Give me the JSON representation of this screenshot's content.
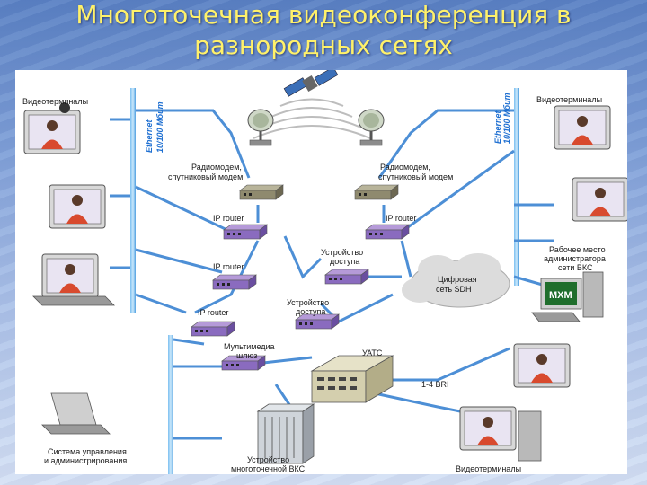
{
  "title": {
    "line1": "Многоточечная видеоконференция в",
    "line2": "разнородных сетях"
  },
  "labels": {
    "videoterminals_top_left": "Видеотерминалы",
    "videoterminals_top_right": "Видеотерминалы",
    "videoterminals_bottom": "Видеотерминалы",
    "ethernet_left_1": "Ethernet",
    "ethernet_left_2": "10/100 Mбит",
    "ethernet_right_1": "Ethernet",
    "ethernet_right_2": "10/100 Mбит",
    "radiomodem_left_1": "Радиомодем,",
    "radiomodem_left_2": "спутниковый модем",
    "radiomodem_right_1": "Радиомодем,",
    "radiomodem_right_2": "спутниковый модем",
    "ip_router_1": "IP router",
    "ip_router_2": "IP router",
    "ip_router_3": "IP router",
    "ip_router_4": "IP router",
    "access_device_1_a": "Устройство",
    "access_device_1_b": "доступа",
    "access_device_2_a": "Устройство",
    "access_device_2_b": "доступа",
    "sdh_cloud_1": "Цифровая",
    "sdh_cloud_2": "сеть SDH",
    "admin_place_1": "Рабочее место",
    "admin_place_2": "администратора",
    "admin_place_3": "сети ВКС",
    "mxm": "MXM",
    "gateway_1": "Мультимедиа",
    "gateway_2": "шлюз",
    "pbx": "УАТС",
    "bri": "1-4 BRI",
    "mgmt_1": "Система управления",
    "mgmt_2": "и администрирования",
    "mcu_1": "Устройство",
    "mcu_2": "многоточечной ВКС"
  }
}
